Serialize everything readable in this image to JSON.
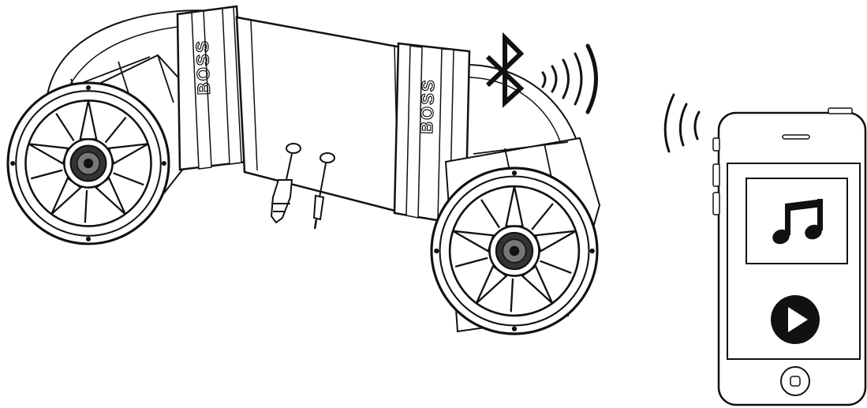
{
  "speaker_system": {
    "brand_logo": "BOSS",
    "cables": [
      "car-power-plug",
      "aux-audio-plug"
    ]
  },
  "connection": {
    "type_icon": "bluetooth-icon"
  },
  "phone": {
    "screen_icons": [
      "music-note-icon",
      "play-icon"
    ]
  },
  "colors": {
    "line": "#111111",
    "fill": "#ffffff"
  }
}
